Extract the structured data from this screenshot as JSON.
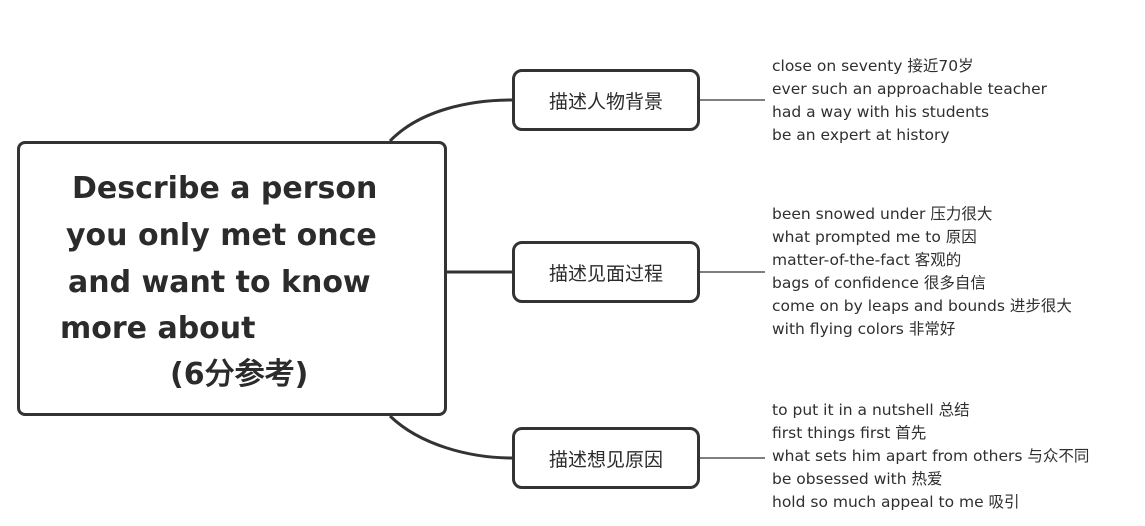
{
  "central_topic": {
    "lines": [
      "Describe a person",
      "you only met once",
      "and want to know",
      "more about",
      "(6分参考)"
    ]
  },
  "branches": [
    {
      "label": "描述人物背景",
      "items": [
        "close on seventy 接近70岁",
        "ever such an approachable teacher",
        "had a way with his students",
        "be an expert at history"
      ]
    },
    {
      "label": "描述见面过程",
      "items": [
        "been snowed under 压力很大",
        "what prompted me to 原因",
        "matter-of-the-fact 客观的",
        "bags of confidence 很多自信",
        "come on by leaps and bounds 进步很大",
        "with flying colors 非常好"
      ]
    },
    {
      "label": "描述想见原因",
      "items": [
        "to put it in a nutshell 总结",
        "first things first 首先",
        "what sets him apart from others  与众不同",
        "be obsessed with 热爱",
        "hold so much appeal to me 吸引"
      ]
    }
  ],
  "colors": {
    "border": "#333333",
    "connector": "#333333",
    "text": "#2b2b2b",
    "background": "#ffffff"
  }
}
